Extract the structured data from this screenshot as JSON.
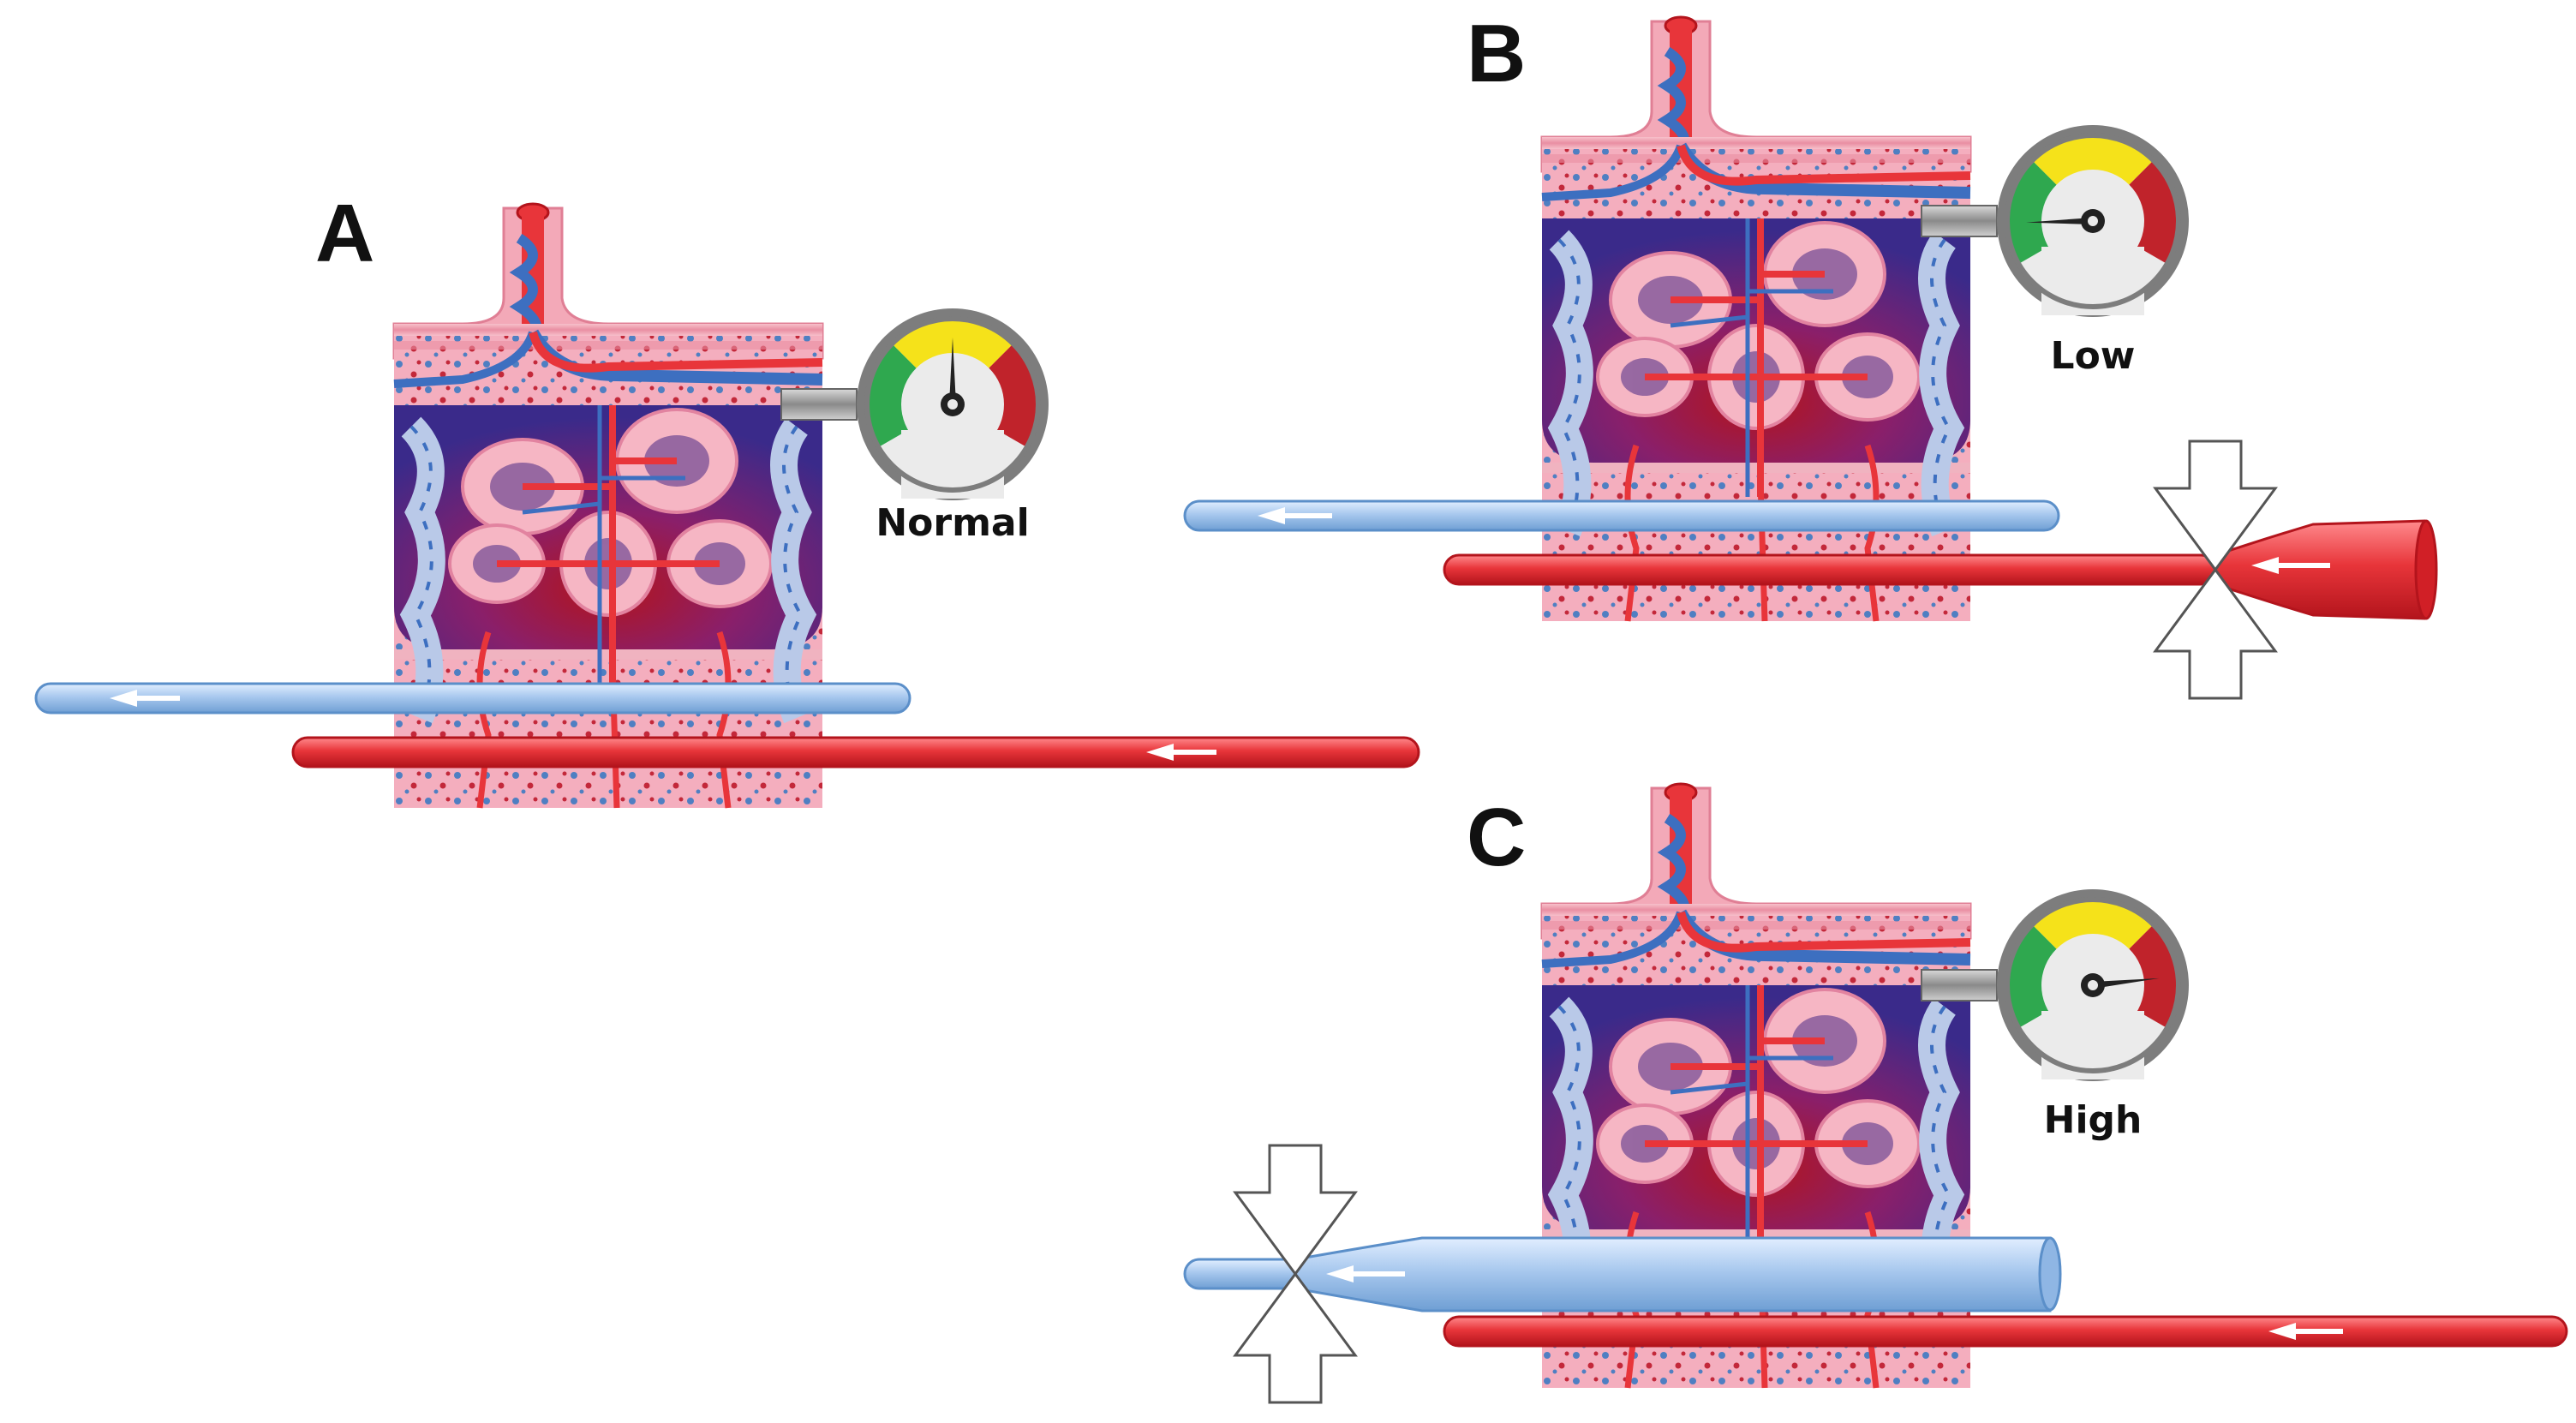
{
  "panels": [
    {
      "id": "A",
      "label": "A",
      "gauge_label": "Normal",
      "gauge_level": 0.5,
      "clamp": "none"
    },
    {
      "id": "B",
      "label": "B",
      "gauge_label": "Low",
      "gauge_level": 0.12,
      "clamp": "artery"
    },
    {
      "id": "C",
      "label": "C",
      "gauge_label": "High",
      "gauge_level": 0.85,
      "clamp": "vein"
    }
  ],
  "colors": {
    "artery": "#e8353a",
    "artery_dark": "#b3141c",
    "vein": "#a8c8ee",
    "vein_dark": "#5b8fc9",
    "tissue": "#f4aebe",
    "tissue_dark": "#e6879d",
    "gland_purple": "#4b2a86",
    "gland_red": "#b3141c",
    "gauge_green": "#2fa84f",
    "gauge_yellow": "#f5e21a",
    "gauge_red": "#c0232b",
    "gauge_face": "#ebebeb",
    "gauge_rim": "#7d7d7d"
  },
  "icons": {
    "gauge": "pressure-gauge-icon",
    "clamp": "clamp-arrows-icon",
    "flow": "flow-arrow-icon"
  }
}
